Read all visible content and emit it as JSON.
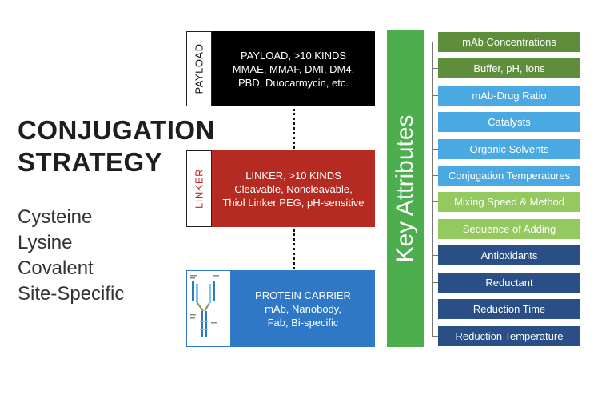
{
  "title": {
    "line1": "CONJUGATION",
    "line2": "STRATEGY"
  },
  "strategies": [
    "Cysteine",
    "Lysine",
    "Covalent",
    "Site-Specific"
  ],
  "payload": {
    "tag": "PAYLOAD",
    "lines": [
      "PAYLOAD, >10 KINDS",
      "MMAE, MMAF, DMI, DM4,",
      "PBD, Duocarmycin, etc."
    ],
    "color": "#000000"
  },
  "linker": {
    "tag": "LINKER",
    "lines": [
      "LINKER, >10 KINDS",
      "Cleavable, Noncleavable,",
      "Thiol Linker PEG, pH-sensitive"
    ],
    "color": "#b52b22",
    "tag_color": "#b52b22"
  },
  "carrier": {
    "lines": [
      "PROTEIN CARRIER",
      "mAb, Nanobody,",
      "Fab, Bi-specific"
    ],
    "color": "#2e78c6",
    "icon": "antibody-icon"
  },
  "key_attributes": {
    "label": "Key Attributes",
    "color": "#4cae4c",
    "items": [
      {
        "label": "mAb Concentrations",
        "color": "#5e8e3b"
      },
      {
        "label": "Buffer, pH, Ions",
        "color": "#5e8e3b"
      },
      {
        "label": "mAb-Drug Ratio",
        "color": "#4aa9e2"
      },
      {
        "label": "Catalysts",
        "color": "#4aa9e2"
      },
      {
        "label": "Organic Solvents",
        "color": "#4aa9e2"
      },
      {
        "label": "Conjugation Temperatures",
        "color": "#4aa9e2"
      },
      {
        "label": "Mixing Speed & Method",
        "color": "#93c95e"
      },
      {
        "label": "Sequence of Adding",
        "color": "#93c95e"
      },
      {
        "label": "Antioxidants",
        "color": "#2a4e86"
      },
      {
        "label": "Reductant",
        "color": "#2a4e86"
      },
      {
        "label": "Reduction Time",
        "color": "#2a4e86"
      },
      {
        "label": "Reduction Temperature",
        "color": "#2a4e86"
      }
    ]
  }
}
